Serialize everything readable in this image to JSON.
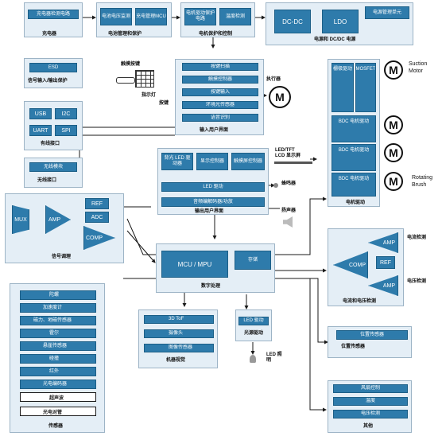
{
  "charger": {
    "block": "充电器检测电路",
    "caption": "充电器"
  },
  "battery": {
    "blocks": [
      "电池电压监测",
      "充电管理MCU"
    ],
    "caption": "电池管理和保护"
  },
  "motor_ctrl": {
    "blocks": [
      "电机驱动保护电路",
      "温度检测"
    ],
    "caption": "电机保护和控制"
  },
  "power": {
    "dcdc": "DC-DC",
    "ldo": "LDO",
    "mgmt": "电源管理单元",
    "caption": "电源和 DC/DC 电源"
  },
  "esd": {
    "block": "ESD",
    "caption": "信号输入/输出保护"
  },
  "interfaces": {
    "items": [
      "USB",
      "I2C",
      "UART",
      "SPI"
    ],
    "caption": "有线接口"
  },
  "wireless": {
    "block": "无线模块",
    "caption": "无线接口"
  },
  "signal": {
    "mux": "MUX",
    "amp": "AMP",
    "ref": "REF",
    "adc": "ADC",
    "comp": "COMP",
    "caption": "信号调理"
  },
  "sensors_left": {
    "items": [
      "陀螺",
      "加速度计",
      "磁力、地磁传感器",
      "霍尔",
      "悬崖传感器",
      "碰撞",
      "红外",
      "光电编码器"
    ],
    "white": [
      "超声波",
      "光电对管"
    ],
    "caption": "传感器"
  },
  "user_input": {
    "outside_label": "触摸按键",
    "labels": [
      "指示灯",
      "按键"
    ],
    "items": [
      "按键扫描",
      "触摸控制器",
      "按键输入",
      "环境光传感器",
      "语音识别"
    ],
    "caption": "输入用户界面",
    "actuator": "执行器",
    "motor": "M"
  },
  "display": {
    "items": [
      "背光 LED 驱动器",
      "显示控制器",
      "触摸屏控制器"
    ],
    "wide": [
      "LED 驱动",
      "音频编解码器/功放"
    ],
    "caption": "输出用户界面",
    "lcd": "LED/TFT LCD 显示屏",
    "buzzer": "蜂鸣器",
    "speaker": "扬声器"
  },
  "mcu": {
    "main": "MCU / MPU",
    "side": "存储",
    "caption": "数字处理"
  },
  "motors_right": {
    "mos": [
      "栅极驱动",
      "MOSFET"
    ],
    "bldc": [
      "BDC 电机驱动",
      "BDC 电机驱动",
      "BDC 电机驱动"
    ],
    "caption": "电机驱动",
    "motors": [
      "M",
      "M",
      "M"
    ],
    "suction": "Suction\nMotor",
    "brush": "Rotating\nBrush"
  },
  "current": {
    "amp": "AMP",
    "comp": "COMP",
    "ref": "REF",
    "labels": [
      "电流检测",
      "电压检测"
    ],
    "caption": "电流和电压检测"
  },
  "position": {
    "block": "位置传感器",
    "caption": "位置传感器"
  },
  "clock": {
    "items": [
      "3D ToF",
      "摄像头",
      "图像传感器"
    ],
    "caption": "机器视觉"
  },
  "led": {
    "block": "LED 驱动",
    "caption": "光源驱动",
    "led_label": "LED 照明"
  },
  "fan": {
    "items": [
      "风扇控制",
      "温度",
      "电压检测"
    ],
    "caption": "其他"
  },
  "colors": {
    "block": "#2e7bab",
    "group": "#e4eef6",
    "line": "#1a1a1a"
  }
}
